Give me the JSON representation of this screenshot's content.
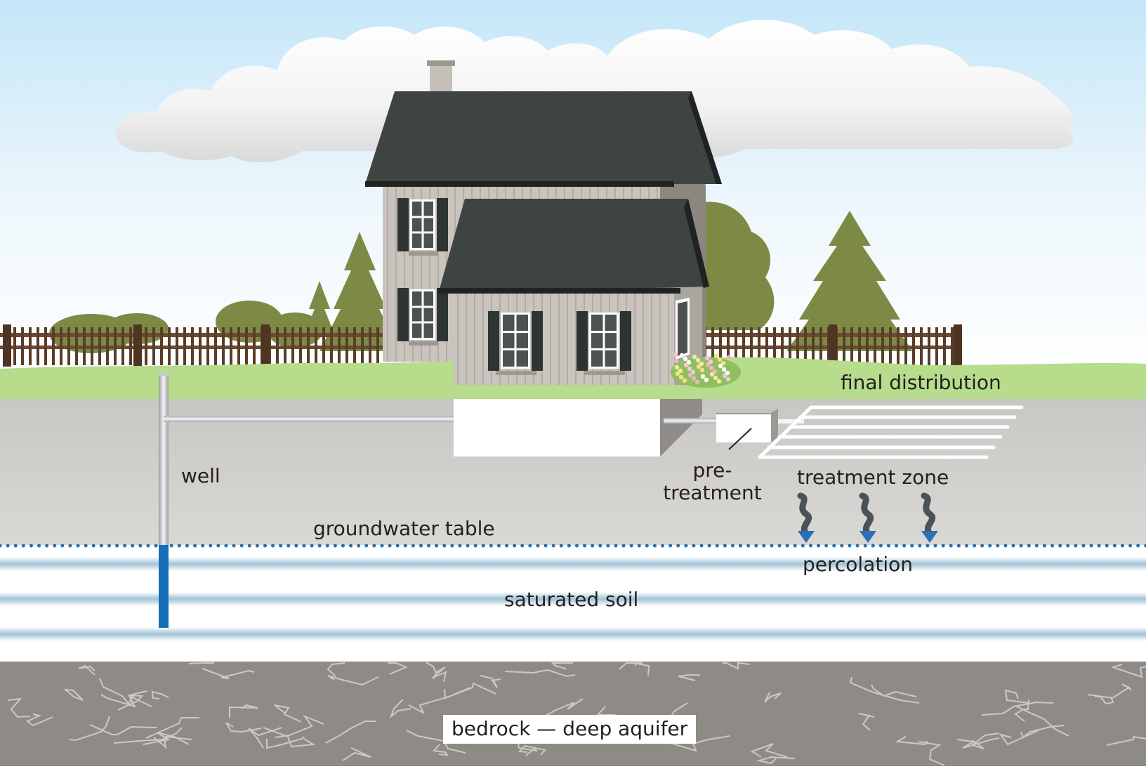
{
  "labels": {
    "final_distribution": "final distribution",
    "well": "well",
    "pretreatment_line1": "pre-",
    "pretreatment_line2": "treatment",
    "treatment_zone": "treatment zone",
    "groundwater_table": "groundwater table",
    "percolation": "percolation",
    "saturated_soil": "saturated soil",
    "bedrock": "bedrock — deep aquifer"
  },
  "colors": {
    "sky_top": "#c4e6f8",
    "grass": "#b6dc8c",
    "soil": "#cfcdca",
    "groundwater_dots": "#1e73b8",
    "well_water": "#1570b9",
    "bedrock": "#8e8b86",
    "roof": "#3d4442",
    "siding": "#c9c4bd",
    "trees": "#7d8a45",
    "fence": "#5a3d28",
    "percolation_arrow": "#2a70b4"
  },
  "icons": [
    "house-icon",
    "well-pipe-icon",
    "septic-tank-icon",
    "distribution-pipes-icon",
    "percolation-arrow-icon",
    "tree-icon",
    "fence-icon",
    "cloud-icon",
    "flowers-icon"
  ]
}
